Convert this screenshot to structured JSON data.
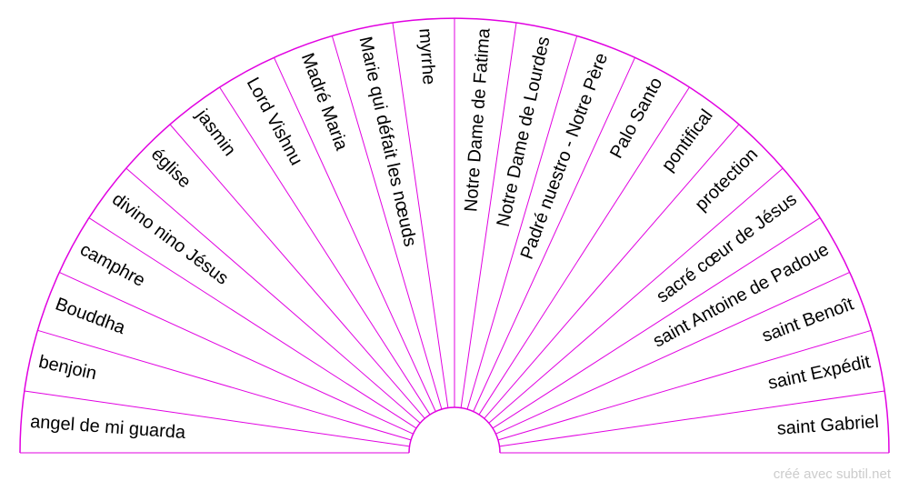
{
  "colors": {
    "stroke": "#e100e1",
    "text": "#000000",
    "credit": "#cccccc",
    "background": "#ffffff"
  },
  "sectors": [
    "angel de mi guarda",
    "benjoin",
    "Bouddha",
    "camphre",
    "divino nino Jésus",
    "église",
    "jasmin",
    "Lord Vishnu",
    "Madré Maria",
    "Marie qui défait les nœuds",
    "myrrhe",
    "Notre Dame de Fatima",
    "Notre Dame de Lourdes",
    "Padré nuestro - Notre Père",
    "Palo Santo",
    "pontifical",
    "protection",
    "sacré cœur de Jésus",
    "saint Antoine de Padoue",
    "saint Benoît",
    "saint Expédit",
    "saint Gabriel"
  ],
  "footer": {
    "credit": "créé avec subtil.net"
  }
}
